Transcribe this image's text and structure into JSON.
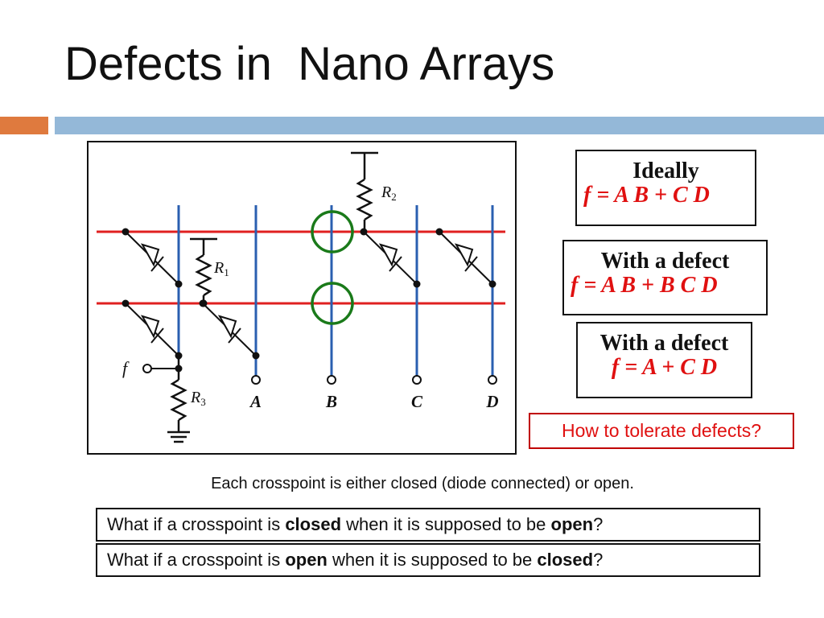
{
  "slide": {
    "title": "Defects in  Nano Arrays"
  },
  "diagram": {
    "resistor_labels": [
      {
        "base": "R",
        "sub": "1"
      },
      {
        "base": "R",
        "sub": "2"
      },
      {
        "base": "R",
        "sub": "3"
      }
    ],
    "output_label": "f",
    "input_labels": [
      "A",
      "B",
      "C",
      "D"
    ],
    "colors": {
      "horizontal_wire": "#e02020",
      "vertical_wire": "#2a5fb0",
      "defect_circle": "#1a7a1a",
      "component": "#111111"
    }
  },
  "ideal_box": {
    "heading": "Ideally",
    "formula": "f = A B + C D"
  },
  "defect_box_1": {
    "heading": "With a defect",
    "formula": "f = A B + B C D"
  },
  "defect_box_2": {
    "heading": "With a defect",
    "formula": "f = A + C D"
  },
  "tolerate_box": {
    "text": "How to tolerate defects?"
  },
  "caption": "Each crosspoint is either closed (diode connected) or open.",
  "question_1": {
    "pre": "What if a crosspoint is ",
    "bold1": "closed",
    "mid": " when it is supposed to be ",
    "bold2": "open",
    "post": "?"
  },
  "question_2": {
    "pre": "What if a crosspoint is ",
    "bold1": "open",
    "mid": " when it is supposed to be ",
    "bold2": "closed",
    "post": "?"
  }
}
